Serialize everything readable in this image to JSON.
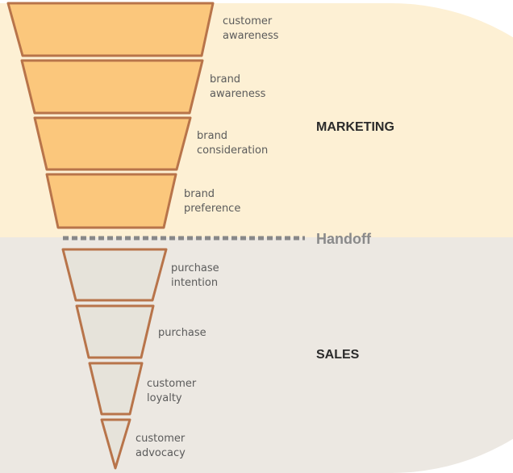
{
  "colors": {
    "marketing_bg": "#fdf0d4",
    "sales_bg": "#ece8e2",
    "marketing_fill": "#fbc77c",
    "sales_fill": "#e6e3da",
    "outline": "#b8744a",
    "handoff_line": "#888888"
  },
  "sections": {
    "marketing": "MARKETING",
    "sales": "SALES",
    "handoff": "Handoff"
  },
  "stages": [
    {
      "group": "marketing",
      "lines": [
        "customer",
        "awareness"
      ]
    },
    {
      "group": "marketing",
      "lines": [
        "brand",
        "awareness"
      ]
    },
    {
      "group": "marketing",
      "lines": [
        "brand",
        "consideration"
      ]
    },
    {
      "group": "marketing",
      "lines": [
        "brand",
        "preference"
      ]
    },
    {
      "group": "sales",
      "lines": [
        "purchase",
        "intention"
      ]
    },
    {
      "group": "sales",
      "lines": [
        "purchase"
      ]
    },
    {
      "group": "sales",
      "lines": [
        "customer",
        "loyalty"
      ]
    },
    {
      "group": "sales",
      "lines": [
        "customer",
        "advocacy"
      ]
    }
  ]
}
